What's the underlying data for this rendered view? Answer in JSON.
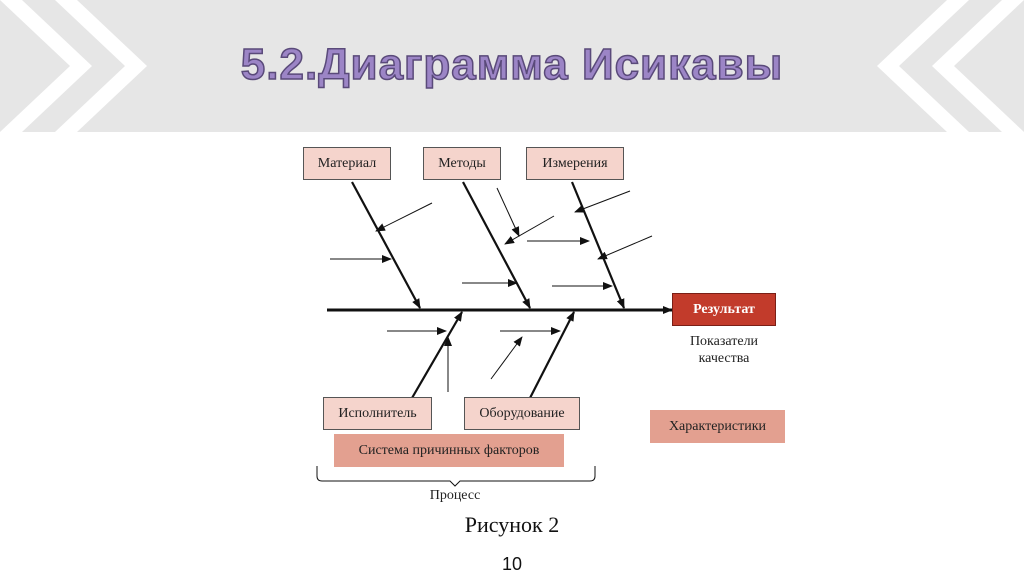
{
  "slide": {
    "title": "5.2.Диаграмма Исикавы",
    "caption": "Рисунок 2",
    "page_number": "10"
  },
  "diagram": {
    "causes_top": [
      "Материал",
      "Методы",
      "Измерения"
    ],
    "causes_bottom": [
      "Исполнитель",
      "Оборудование"
    ],
    "result": "Результат",
    "result_note": [
      "Показатели",
      "качества"
    ],
    "factors_label": "Система причинных факторов",
    "characteristics_label": "Характеристики",
    "process_label": "Процесс"
  },
  "colors": {
    "band": "#e6e6e6",
    "title": "#9c85c6",
    "cause_fill": "#f5d4cc",
    "result_fill": "#c23b2b",
    "factor_fill": "#e3a090"
  }
}
